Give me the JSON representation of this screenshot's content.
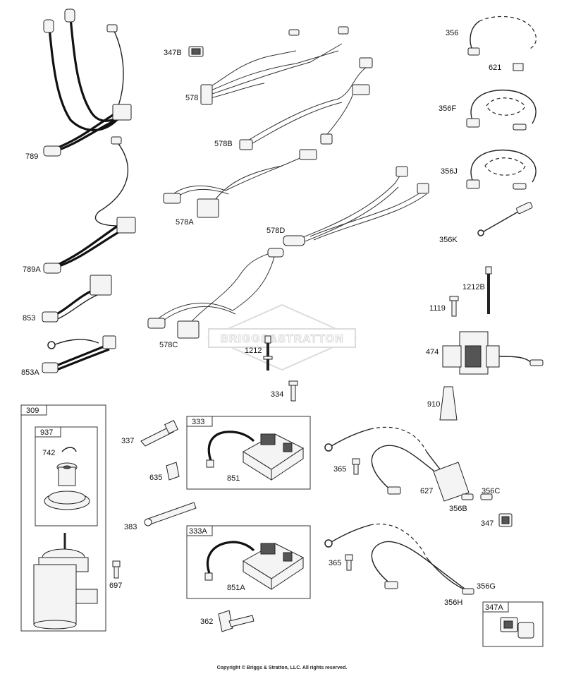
{
  "labels": {
    "p789": "789",
    "p789A": "789A",
    "p853": "853",
    "p853A": "853A",
    "p347B": "347B",
    "p578": "578",
    "p578B": "578B",
    "p578A": "578A",
    "p578D": "578D",
    "p578C": "578C",
    "p1212": "1212",
    "p334": "334",
    "p356": "356",
    "p621": "621",
    "p356F": "356F",
    "p356J": "356J",
    "p356K": "356K",
    "p1212B": "1212B",
    "p1119": "1119",
    "p474": "474",
    "p910": "910",
    "p309": "309",
    "p937": "937",
    "p742": "742",
    "p697": "697",
    "p337": "337",
    "p333": "333",
    "p635": "635",
    "p851": "851",
    "p383": "383",
    "p333A": "333A",
    "p851A": "851A",
    "p362": "362",
    "p365a": "365",
    "p627": "627",
    "p356C": "356C",
    "p356B": "356B",
    "p347": "347",
    "p365b": "365",
    "p356G": "356G",
    "p356H": "356H",
    "p347A": "347A"
  },
  "watermark": "BRIGGS&STRATTON",
  "copyright": "Copyright © Briggs & Stratton, LLC. All rights reserved."
}
